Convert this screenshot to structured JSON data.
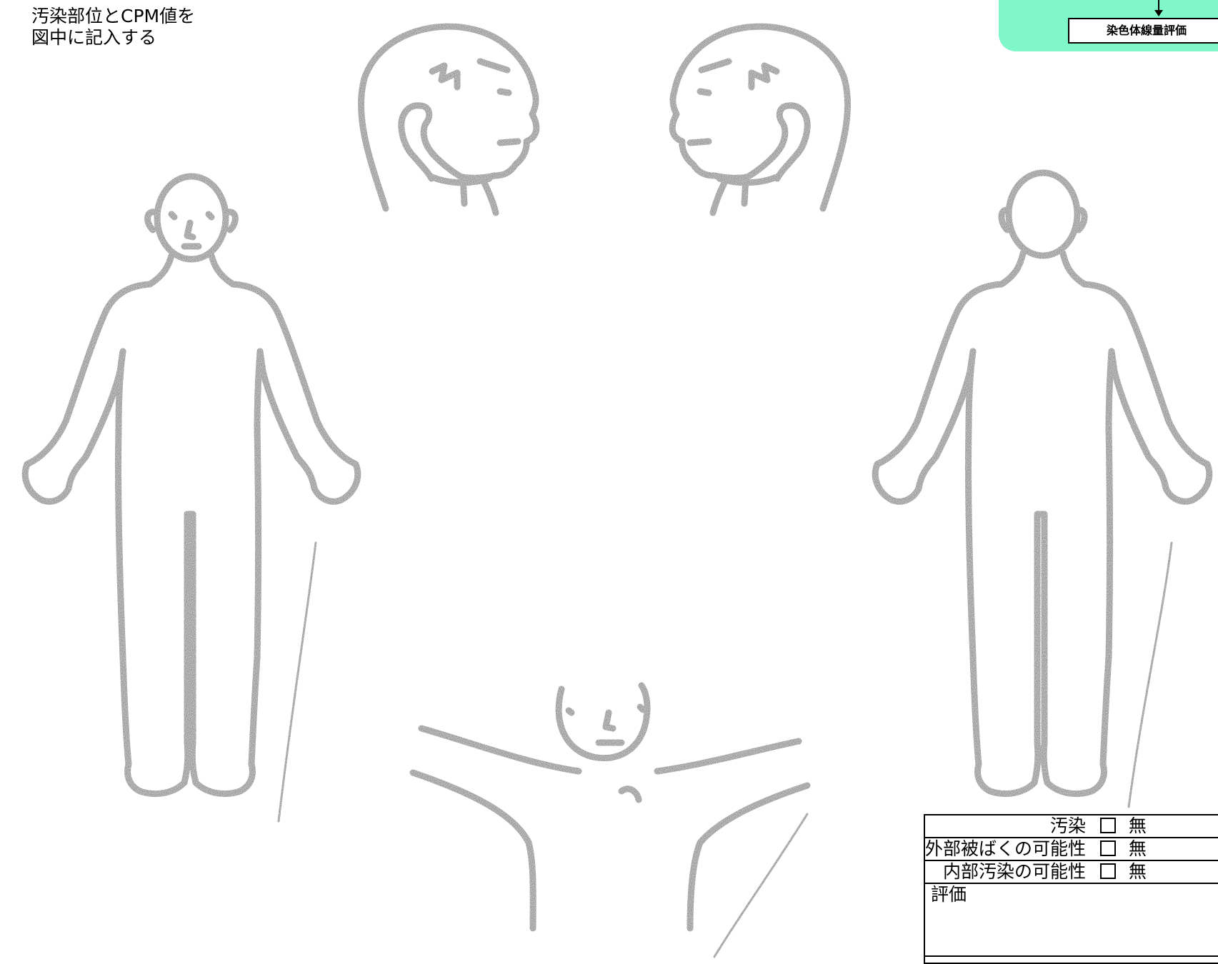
{
  "instruction": {
    "line1": "汚染部位とCPM値を",
    "line2": "図中に記入する"
  },
  "flow": {
    "box_label": "染色体線量評価",
    "panel_color": "#7ff7c9"
  },
  "figures": {
    "items": [
      "head-left-profile-icon",
      "head-right-profile-icon",
      "body-front-icon",
      "body-back-icon",
      "supine-top-view-icon"
    ]
  },
  "evaluation": {
    "rows": [
      {
        "label": "汚染",
        "option": "無"
      },
      {
        "label": "外部被ばくの可能性",
        "option": "無"
      },
      {
        "label": "内部汚染の可能性",
        "option": "無"
      }
    ],
    "heading": "評価"
  }
}
